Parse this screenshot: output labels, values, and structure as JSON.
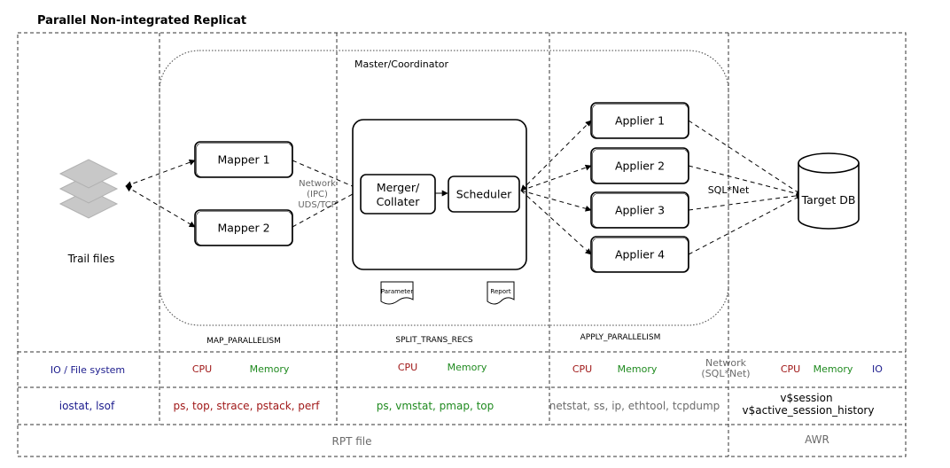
{
  "title": "Parallel Non-integrated Replicat",
  "colors": {
    "cpu": "#a01818",
    "memory": "#1f8a1f",
    "io": "#1a1a8c",
    "gray": "#6b6b6b",
    "stack": "#c8c8c8"
  },
  "icons": {
    "trail": "stacked-layers-icon",
    "db": "database-cylinder-icon",
    "doc": "document-icon"
  },
  "trail_label": "Trail files",
  "coordinator_label": "Master/Coordinator",
  "mappers": [
    "Mapper 1",
    "Mapper 2"
  ],
  "network_ipc": [
    "Network",
    "(IPC)",
    "UDS/TCP"
  ],
  "merger": [
    "Merger/",
    "Collater"
  ],
  "scheduler": "Scheduler",
  "docs": [
    "Parameter",
    "Report"
  ],
  "appliers": [
    "Applier 1",
    "Applier 2",
    "Applier 3",
    "Applier 4"
  ],
  "sqlnet": "SQL*Net",
  "target_db": "Target DB",
  "params": [
    "MAP_PARALLELISM",
    "SPLIT_TRANS_RECS",
    "APPLY_PARALLELISM"
  ],
  "resources": {
    "io_fs": "IO / File system",
    "cpu": "CPU",
    "memory": "Memory",
    "network": [
      "Network",
      "(SQL*Net)"
    ],
    "io": "IO"
  },
  "tools": {
    "io": "iostat, lsof",
    "cpu": "ps, top, strace, pstack, perf",
    "memory": "ps, vmstat, pmap, top",
    "network": "netstat, ss, ip, ethtool, tcpdump",
    "db": [
      "v$session",
      "v$active_session_history"
    ]
  },
  "rpt": "RPT file",
  "awr": "AWR"
}
